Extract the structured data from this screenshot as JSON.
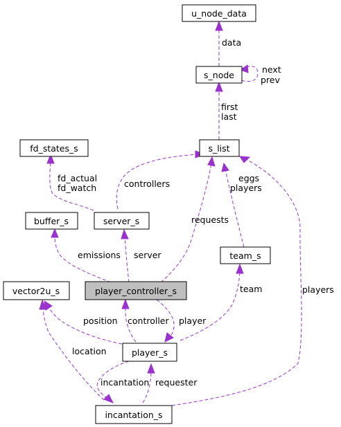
{
  "nodes": {
    "u_node_data": "u_node_data",
    "s_node": "s_node",
    "fd_states_s": "fd_states_s",
    "s_list": "s_list",
    "buffer_s": "buffer_s",
    "server_s": "server_s",
    "team_s": "team_s",
    "vector2u_s": "vector2u_s",
    "player_controller_s": "player_controller_s",
    "player_s": "player_s",
    "incantation_s": "incantation_s"
  },
  "edge_labels": {
    "data": "data",
    "next": "next",
    "prev": "prev",
    "first": "first",
    "last": "last",
    "fd_actual": "fd_actual",
    "fd_watch": "fd_watch",
    "controllers": "controllers",
    "eggs": "eggs",
    "players_team": "players",
    "requests": "requests",
    "players_incantation": "players",
    "emissions": "emissions",
    "server": "server",
    "team": "team",
    "position": "position",
    "controller": "controller",
    "player": "player",
    "location": "location",
    "incantation": "incantation",
    "requester": "requester"
  },
  "colors": {
    "edge": "#9a32cd",
    "highlight_fill": "#bfbfbf"
  }
}
